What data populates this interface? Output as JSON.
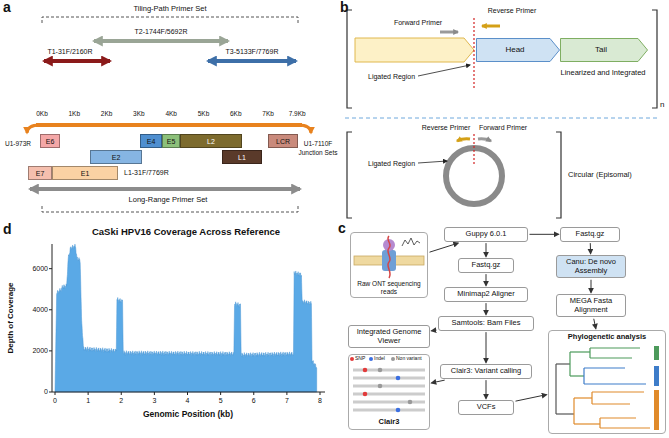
{
  "diagram": {
    "nodes": [
      {
        "text": [
          "E6"
        ]
      },
      {
        "text": [
          "E4"
        ]
      },
      {
        "text": [
          "E5"
        ]
      },
      {
        "text": [
          "L2"
        ]
      },
      {
        "text": [
          "LCR"
        ]
      },
      {
        "text": [
          "E2"
        ]
      },
      {
        "text": [
          "L1"
        ]
      },
      {
        "text": [
          "E7"
        ]
      },
      {
        "text": [
          "E1"
        ]
      },
      {
        "text": [
          "Head"
        ]
      },
      {
        "text": [
          "Tail"
        ]
      },
      {
        "text": [
          "Raw ONT sequencing reads"
        ]
      },
      {
        "text": [
          "Guppy 6.0.1"
        ]
      },
      {
        "text": [
          "Fastq.gz"
        ]
      },
      {
        "text": [
          "Fastq.gz"
        ]
      },
      {
        "text": [
          "Canu: De novo Assembly"
        ]
      },
      {
        "text": [
          "Minimap2 Aligner"
        ]
      },
      {
        "text": [
          "MEGA Fasta Alignment"
        ]
      },
      {
        "text": [
          "Samtools: Bam Files"
        ]
      },
      {
        "text": [
          "Integrated Genome Viewer"
        ]
      },
      {
        "text": [
          "Phylogenetic analysis"
        ]
      },
      {
        "text": [
          "Clair3"
        ]
      },
      {
        "text": [
          "Clair3: Variant calling"
        ]
      },
      {
        "text": [
          "VCFs"
        ]
      }
    ],
    "edges": [
      {
        "from": 11,
        "to": 12,
        "arrow": "to"
      },
      {
        "from": 12,
        "to": 13,
        "arrow": "to"
      },
      {
        "from": 12,
        "to": 14,
        "arrow": "to"
      },
      {
        "from": 13,
        "to": 15,
        "arrow": "to"
      },
      {
        "from": 14,
        "to": 16,
        "arrow": "to"
      },
      {
        "from": 15,
        "to": 17,
        "arrow": "to"
      },
      {
        "from": 16,
        "to": 18,
        "arrow": "to"
      },
      {
        "from": 17,
        "to": 20,
        "arrow": "to"
      },
      {
        "from": 18,
        "to": 19,
        "arrow": "to"
      },
      {
        "from": 18,
        "to": 22,
        "arrow": "to"
      },
      {
        "from": 22,
        "to": 21,
        "arrow": "to"
      },
      {
        "from": 22,
        "to": 23,
        "arrow": "to"
      },
      {
        "from": 23,
        "to": 20,
        "arrow": "to"
      }
    ],
    "labels": [
      "a",
      "Tiling-Path Primer Set",
      "T2-1744F/5692R",
      "T1-31F/2160R",
      "T3-5133F/7769R",
      "0Kb",
      "1Kb",
      "2Kb",
      "3Kb",
      "4Kb",
      "5Kb",
      "6Kb",
      "7Kb",
      "7.9Kb",
      "U1-973R",
      "U1-7110F",
      "Junction Sets",
      "L1-31F/7769R",
      "Long-Range Primer Set",
      "b",
      "Reverse Primer",
      "Forward Primer",
      "Ligated Region",
      "Linearized and Integrated",
      "n",
      "Reverse Primer",
      "Forward Primer",
      "Ligated Region",
      "Circular (Episomal)",
      "c",
      "SNP",
      "Indel",
      "Non variant",
      "d",
      "CaSki HPV16 Coverage Across Reference",
      "Depth of Coverage",
      "0",
      "2000",
      "4000",
      "6000",
      "0",
      "1",
      "2",
      "3",
      "4",
      "5",
      "6",
      "7",
      "8",
      "Genomic Position (kb)"
    ]
  }
}
